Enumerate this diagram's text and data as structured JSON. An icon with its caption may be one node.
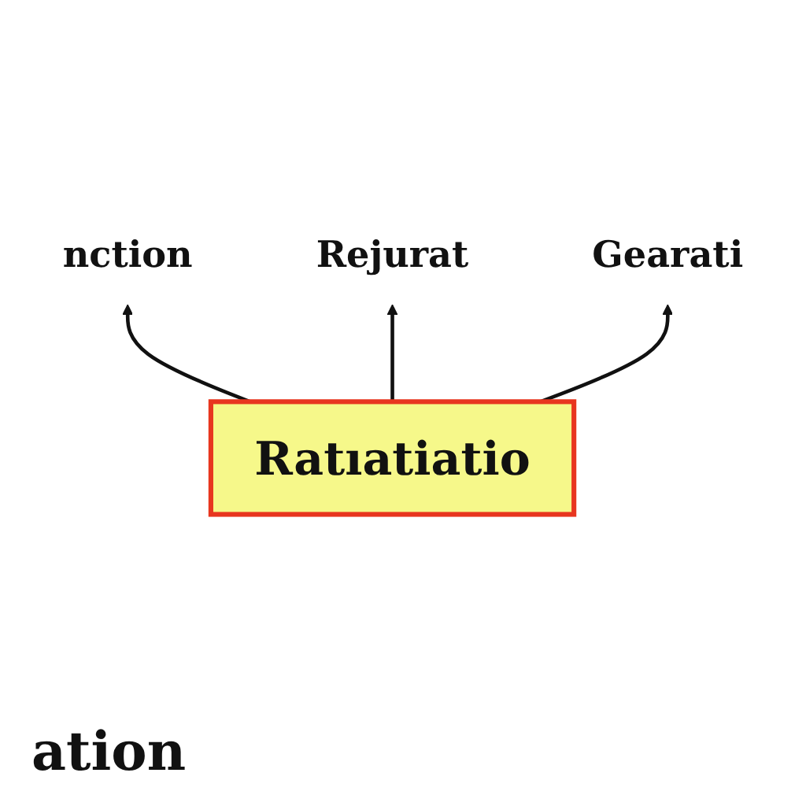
{
  "diagram": {
    "nodes": [
      {
        "text": [
          "nction"
        ]
      },
      {
        "text": [
          "Rejurat"
        ]
      },
      {
        "text": [
          "Ratıatiatio"
        ]
      },
      {
        "text": [
          "Gearati"
        ]
      }
    ],
    "edges": [
      {
        "from": 2,
        "to": 0,
        "arrow": "to"
      },
      {
        "from": 2,
        "to": 1,
        "arrow": "to"
      },
      {
        "from": 2,
        "to": 3,
        "arrow": "to"
      }
    ],
    "labels": [
      "ation"
    ]
  }
}
